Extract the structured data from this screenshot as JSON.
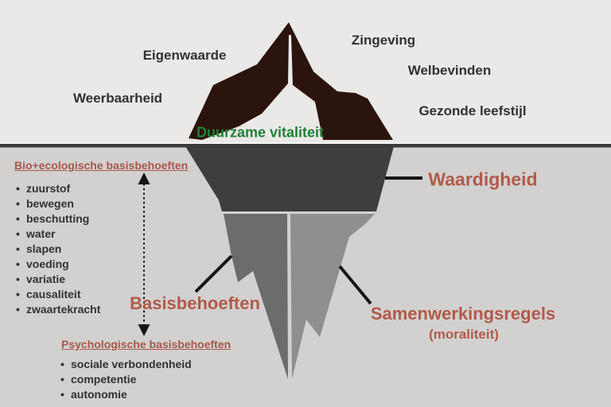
{
  "surface_labels": {
    "eigenwaarde": "Eigenwaarde",
    "weerbaarheid": "Weerbaarheid",
    "zingeving": "Zingeving",
    "welbevinden": "Welbevinden",
    "gezonde_leefstijl": "Gezonde leefstijl"
  },
  "waterline": {
    "title": "Duurzame vitaliteit"
  },
  "deep_labels": {
    "waardigheid": "Waardigheid",
    "basisbehoeften": "Basisbehoeften",
    "samenwerkingsregels": "Samenwerkingsregels",
    "moraliteit": "(moraliteit)"
  },
  "bio": {
    "heading": "Bio+ecologische basisbehoeften",
    "items": [
      "zuurstof",
      "bewegen",
      "beschutting",
      "water",
      "slapen",
      "voeding",
      "variatie",
      "causaliteit",
      "zwaartekracht"
    ]
  },
  "psy": {
    "heading": "Psychologische basisbehoeften",
    "items": [
      "sociale verbondenheid",
      "competentie",
      "autonomie"
    ]
  },
  "colors": {
    "sky": "#eae9e7",
    "sea": "#d2d1cf",
    "waterline": "#3b3b3b",
    "mountain": "#2b140d",
    "iceberg_top": "#3e3e3e",
    "iceberg_left": "#6c6c6c",
    "iceberg_right": "#8f8f8f",
    "accent_red": "#b25a4c",
    "heading_red": "#a8574c",
    "accent_green": "#1e8038",
    "text_dark": "#343130",
    "pointer": "#151515"
  }
}
